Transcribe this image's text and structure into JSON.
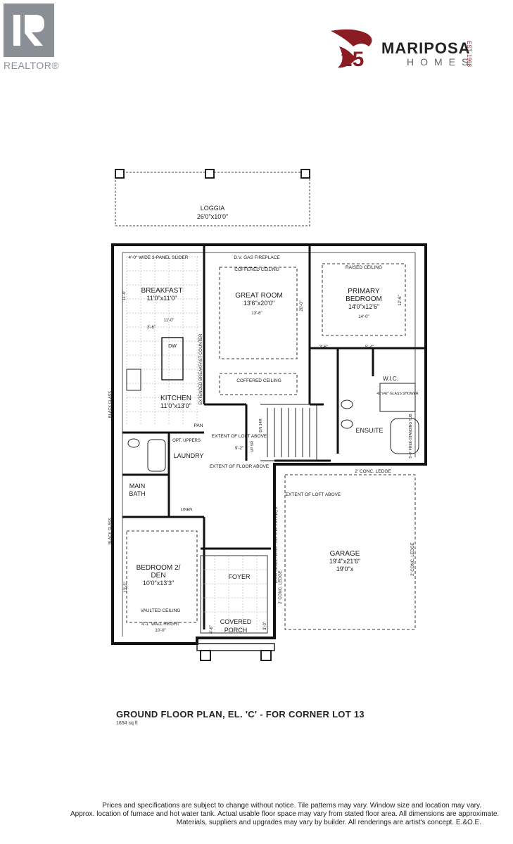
{
  "realtor": {
    "logo_text": "REALTOR®",
    "color": "#8a8f96"
  },
  "brand": {
    "name": "MARIPOSA",
    "sub": "HOMES",
    "established": "EST. 1998",
    "emblem": "25",
    "accent": "#8b1c24"
  },
  "rooms": {
    "loggia": {
      "name": "LOGGIA",
      "dim": "26'0\"x10'0\""
    },
    "slider": "4'-0\" WIDE 3-PANEL SLIDER",
    "fireplace": "D.V. GAS FIREPLACE",
    "coffered_top": "COFFERED CEILING",
    "coffered_bottom": "COFFERED CEILING",
    "raised": "RAISED CEILING",
    "breakfast": {
      "name": "BREAKFAST",
      "dim": "11'0\"x11'0\""
    },
    "great_room": {
      "name": "GREAT ROOM",
      "dim": "13'6\"x20'0\""
    },
    "primary": {
      "name": "PRIMARY",
      "name2": "BEDROOM",
      "dim": "14'0\"x12'6\""
    },
    "kitchen": {
      "name": "KITCHEN",
      "dim": "11'0\"x13'0\""
    },
    "dw": "DW",
    "counter": "EXTENDED BREAKFAST COUNTER",
    "pan": "PAN",
    "wic": "W.I.C.",
    "shower": "42\"x42\" GLASS SHOWER",
    "ensuite": "ENSUITE",
    "tub": "5'-0\" FREE-STANDING TUB",
    "loft_above_1": "EXTENT OF LOFT ABOVE",
    "floor_above": "EXTENT OF FLOOR ABOVE",
    "laundry": {
      "name": "LAUNDRY",
      "note": "OPT. UPPERS"
    },
    "main_bath": {
      "name": "MAIN",
      "name2": "BATH"
    },
    "linen": "LINEN",
    "conc_ledge_top": "2' CONC. LEDGE",
    "loft_above_2": "EXTENT OF LOFT ABOVE",
    "garage": {
      "name": "GARAGE",
      "dim": "19'4\"x21'6\"",
      "dim2": "19'0\"x"
    },
    "bedroom2": {
      "name": "BEDROOM 2/",
      "name2": "DEN",
      "dim": "10'0\"x13'3\""
    },
    "vaulted": "VAULTED CEILING",
    "wall_height": "4'-1\" WALL HEIGHT",
    "foyer": "FOYER",
    "covered_porch": {
      "name": "COVERED",
      "name2": "PORCH"
    },
    "black_glass_1": "BLACK GLASS",
    "black_glass_2": "BLACK GLASS",
    "steps": "DOOR GRADE PERMITTING STEPS AS REQ'D",
    "conc_ledge_left": "2' CONC. LEDGE",
    "conc_ledge_right": "2' CONC. LEDGE",
    "dn": "DN 14R",
    "up": "UP 5R"
  },
  "dims": {
    "d1": "11'-0\"",
    "d2": "11'-0\"",
    "d3": "3'-6\"",
    "d4": "13'-6\"",
    "d5": "20'-0\"",
    "d6": "14'-0\"",
    "d7": "12'-6\"",
    "d8": "3'-6\"",
    "d9": "5'-4\"",
    "d10": "9'-2\"",
    "d11": "13'-3\"",
    "d12": "10'-0\"",
    "d13": "4'-6\"",
    "d14": "3'-0\""
  },
  "plan_title": "GROUND FLOOR PLAN, EL. 'C' - FOR CORNER LOT 13",
  "plan_area": "1654 sq ft",
  "disclaimer": [
    "Prices and specifications are subject to change without notice. Tile patterns may vary. Window size and location may vary.",
    "Approx. location of furnace and hot water tank. Actual usable floor space may vary from stated floor area. All dimensions are approximate.",
    "Materials, suppliers and upgrades may vary by builder. All renderings are artist's concept. E.&O.E."
  ]
}
